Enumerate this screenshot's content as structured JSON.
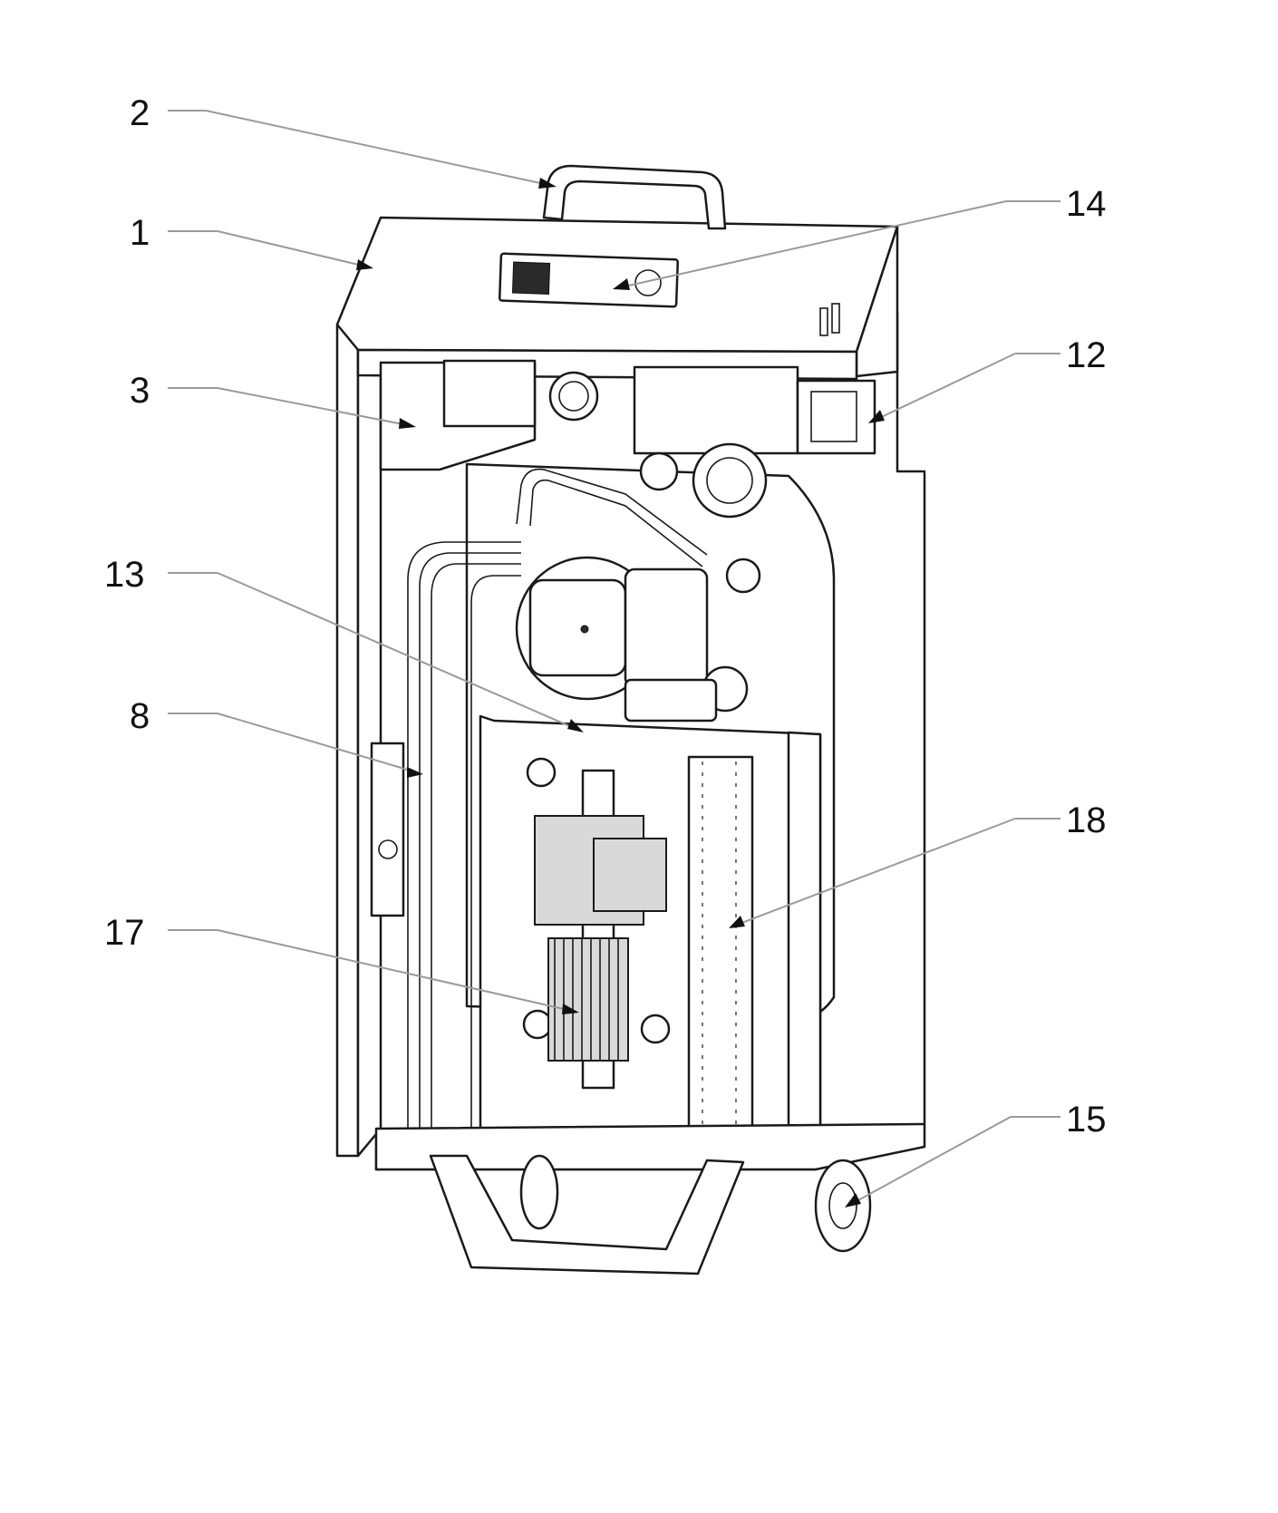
{
  "diagram": {
    "callouts": [
      {
        "id": "c2",
        "label": "2"
      },
      {
        "id": "c1",
        "label": "1"
      },
      {
        "id": "c14",
        "label": "14"
      },
      {
        "id": "c3",
        "label": "3"
      },
      {
        "id": "c12",
        "label": "12"
      },
      {
        "id": "c13",
        "label": "13"
      },
      {
        "id": "c8",
        "label": "8"
      },
      {
        "id": "c18",
        "label": "18"
      },
      {
        "id": "c17",
        "label": "17"
      },
      {
        "id": "c15",
        "label": "15"
      }
    ]
  }
}
